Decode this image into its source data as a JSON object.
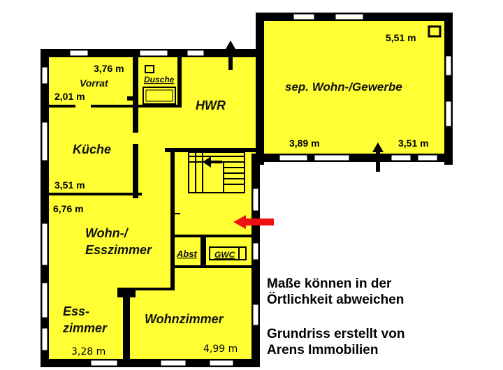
{
  "rooms": {
    "vorrat": "Vorrat",
    "dusche": "Dusche",
    "hwr": "HWR",
    "gewerbe": "sep. Wohn-/Gewerbe",
    "kueche": "Küche",
    "wohn_ess_1": "Wohn-/",
    "wohn_ess_2": "Esszimmer",
    "abst": "Abst",
    "gwc": "GWC",
    "ess_1": "Ess-",
    "ess_2": "zimmer",
    "wohnzimmer": "Wohnzimmer"
  },
  "dimensions": {
    "d376": "3,76 m",
    "d201": "2,01 m",
    "d551": "5,51 m",
    "d389": "3,89 m",
    "d351a": "3,51 m",
    "d351b": "3,51 m",
    "d676": "6,76 m",
    "d328": "3,28 m",
    "d499": "4,99 m"
  },
  "notes": {
    "line1": "Maße können in der",
    "line2": "Örtlichkeit abweichen",
    "line3": "Grundriss erstellt von",
    "line4": "Arens Immobilien"
  },
  "colors": {
    "floor": "#ffff33",
    "wall": "#000000",
    "arrow_red": "#ee1111"
  }
}
